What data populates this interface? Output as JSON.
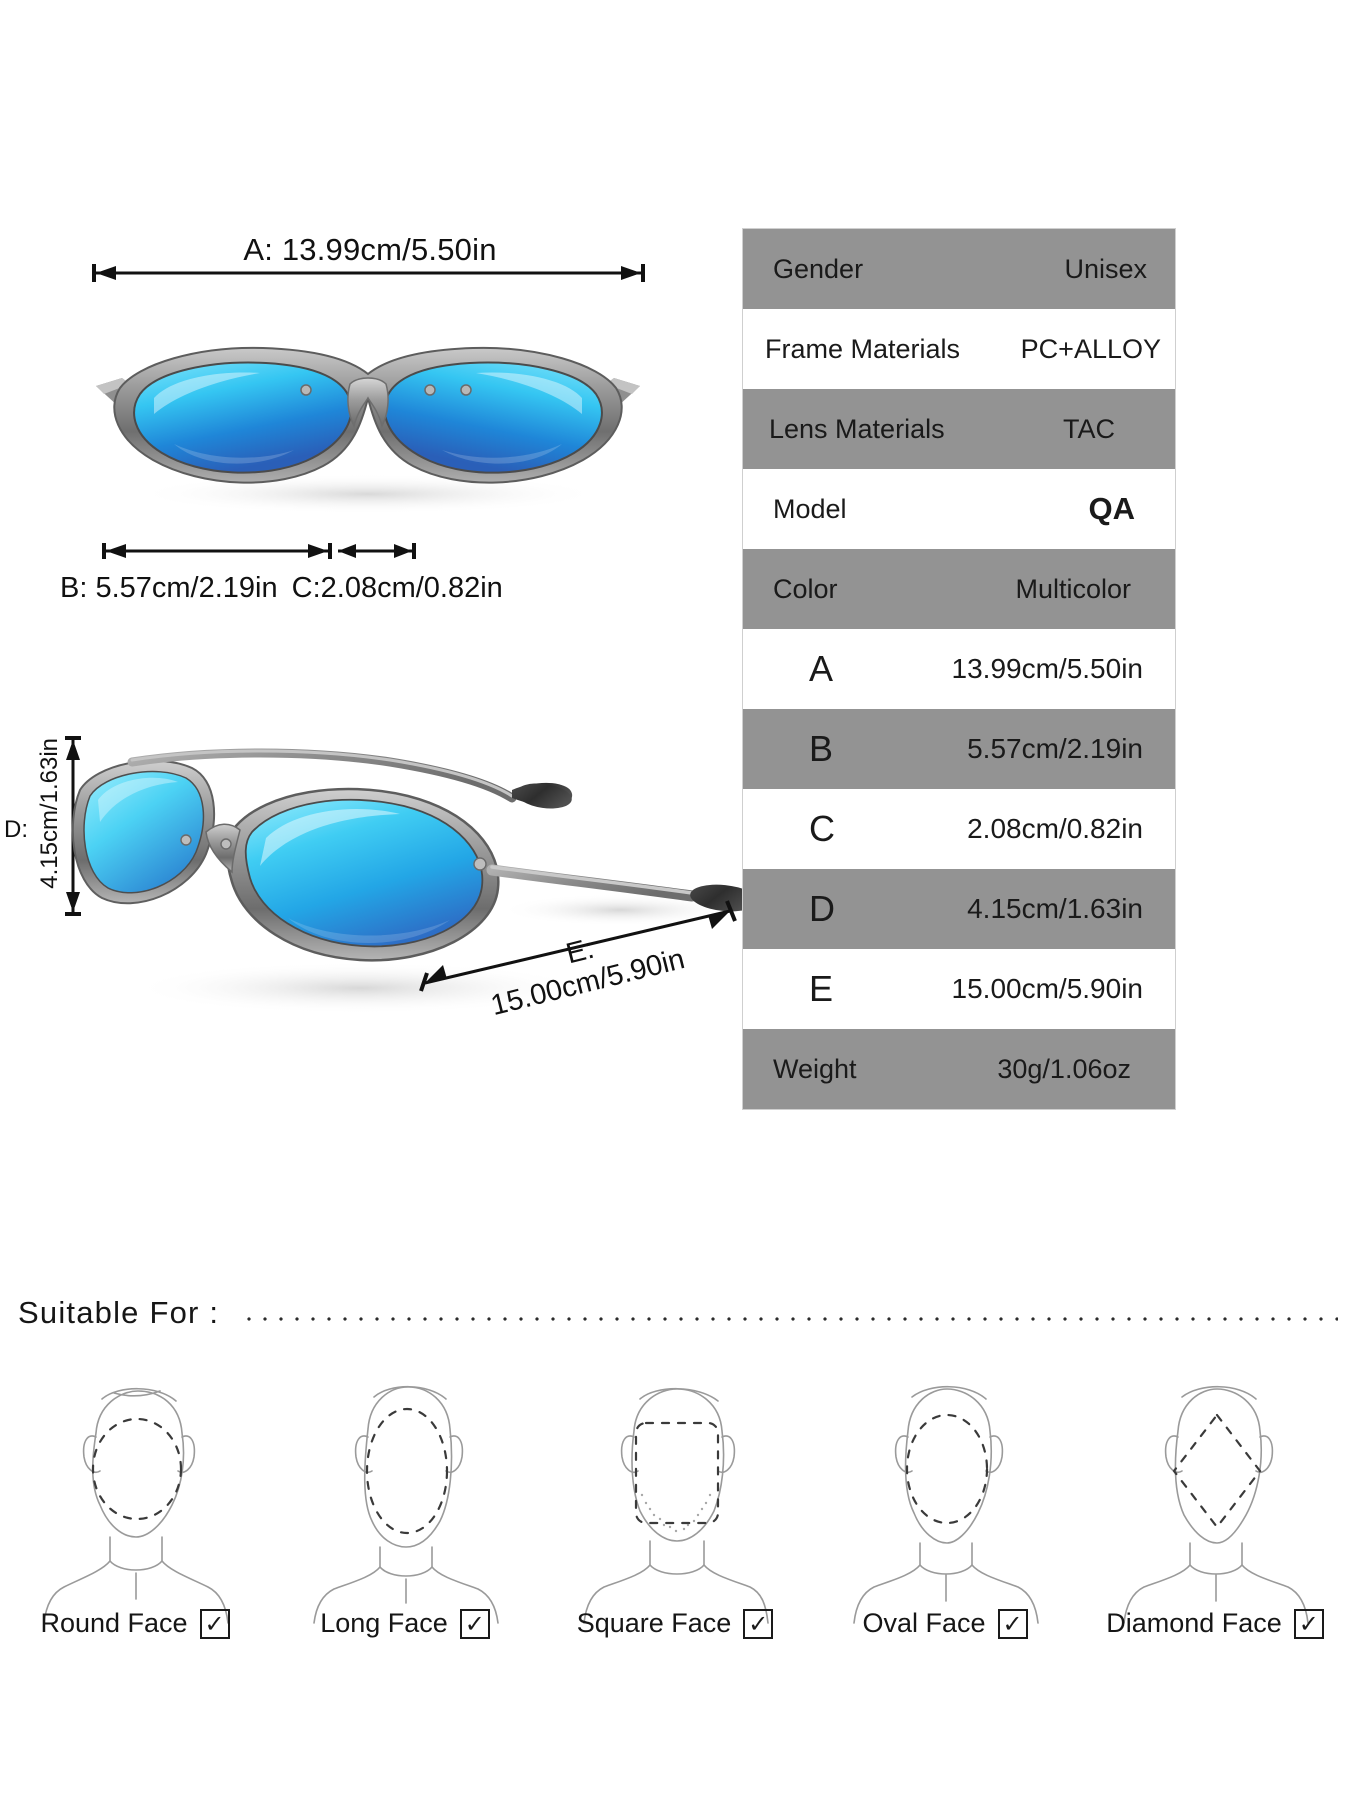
{
  "dimensions": {
    "a_label": "A: 13.99cm/5.50in",
    "b_label": "B: 5.57cm/2.19in",
    "c_label": "C:2.08cm/0.82in",
    "d_prefix": "D:",
    "d_value": "4.15cm/1.63in",
    "e_label_top": "E:",
    "e_label_bottom": "15.00cm/5.90in"
  },
  "spec_table": {
    "rows": [
      {
        "key": "Gender",
        "value": "Unisex"
      },
      {
        "key": "Frame Materials",
        "value": "PC+ALLOY"
      },
      {
        "key": "Lens Materials",
        "value": "TAC"
      },
      {
        "key": "Model",
        "value": "QA"
      },
      {
        "key": "Color",
        "value": "Multicolor"
      },
      {
        "key": "A",
        "value": "13.99cm/5.50in"
      },
      {
        "key": "B",
        "value": "5.57cm/2.19in"
      },
      {
        "key": "C",
        "value": "2.08cm/0.82in"
      },
      {
        "key": "D",
        "value": "4.15cm/1.63in"
      },
      {
        "key": "E",
        "value": "15.00cm/5.90in"
      },
      {
        "key": "Weight",
        "value": "30g/1.06oz"
      }
    ]
  },
  "suitable": {
    "title": "Suitable For :",
    "faces": [
      {
        "label": "Round Face",
        "checked": "✓"
      },
      {
        "label": "Long Face",
        "checked": "✓"
      },
      {
        "label": "Square Face",
        "checked": "✓"
      },
      {
        "label": "Oval Face",
        "checked": "✓"
      },
      {
        "label": "Diamond Face",
        "checked": "✓"
      }
    ]
  },
  "colors": {
    "table_shaded": "#939393",
    "table_plain": "#ffffff",
    "lens_cyan": "#3fc8f0",
    "lens_blue": "#1f6fd0",
    "frame_gray": "#8d8d8d",
    "text": "#161616"
  }
}
